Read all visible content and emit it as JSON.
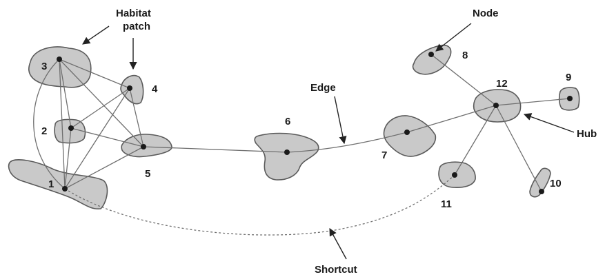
{
  "labels": {
    "habitat_patch_line1": "Habitat",
    "habitat_patch_line2": "patch",
    "node": "Node",
    "edge": "Edge",
    "hub": "Hub",
    "shortcut": "Shortcut"
  },
  "nodes": [
    "1",
    "2",
    "3",
    "4",
    "5",
    "6",
    "7",
    "8",
    "9",
    "10",
    "11",
    "12"
  ],
  "colors": {
    "patch_fill": "#c9c9c9",
    "patch_stroke": "#5a5a5a",
    "edge": "#6f6f6f",
    "node": "#1a1a1a"
  }
}
